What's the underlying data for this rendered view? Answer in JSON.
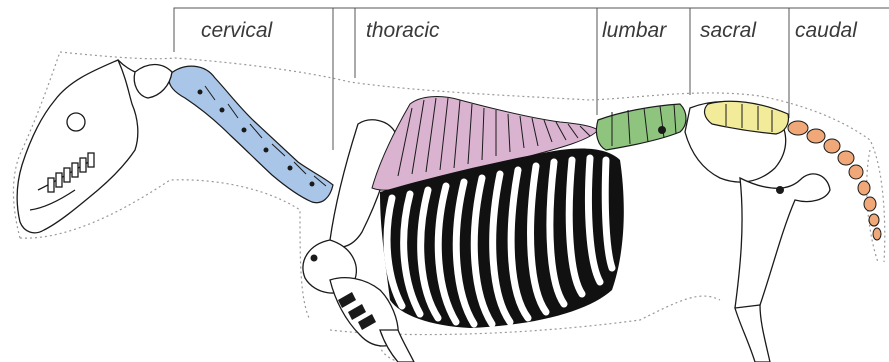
{
  "figure": {
    "regions": [
      {
        "key": "cervical",
        "label": "cervical",
        "color": "#a9c6e8"
      },
      {
        "key": "thoracic",
        "label": "thoracic",
        "color": "#d9b3d0"
      },
      {
        "key": "lumbar",
        "label": "lumbar",
        "color": "#8fc47e"
      },
      {
        "key": "sacral",
        "label": "sacral",
        "color": "#f2ec9a"
      },
      {
        "key": "caudal",
        "label": "caudal",
        "color": "#f0a878"
      }
    ],
    "bone_color": "#ffffff",
    "ink_color": "#1a1a1a"
  }
}
